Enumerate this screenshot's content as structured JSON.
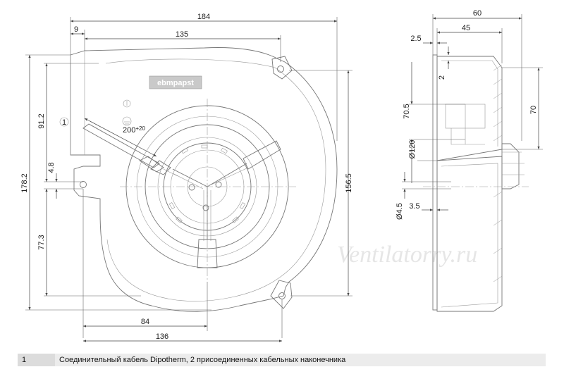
{
  "logo": "ebmpapst",
  "watermark": "Ventilatorry.ru",
  "callout": "1",
  "cable_length": "200",
  "cable_tolerance": "+20",
  "front_view": {
    "overall_width": "184",
    "inlet_offset": "9",
    "inlet_to_mount": "135",
    "overall_height": "178.2",
    "upper_height": "91.2",
    "hole_offset": "4.8",
    "lower_height": "77.3",
    "right_height": "156.5",
    "bottom_left": "84",
    "bottom_total": "136"
  },
  "side_view": {
    "overall_depth": "60",
    "housing_depth": "45",
    "flange": "2.5",
    "lip": "2",
    "height_left": "70.5",
    "height_right": "70",
    "diameter": "Ø120",
    "hole_dia": "Ø4.5",
    "hole_offset": "3.5"
  },
  "legend": {
    "number": "1",
    "text": "Соединительный кабель Dipotherm, 2 присоединенных кабельных наконечника"
  }
}
